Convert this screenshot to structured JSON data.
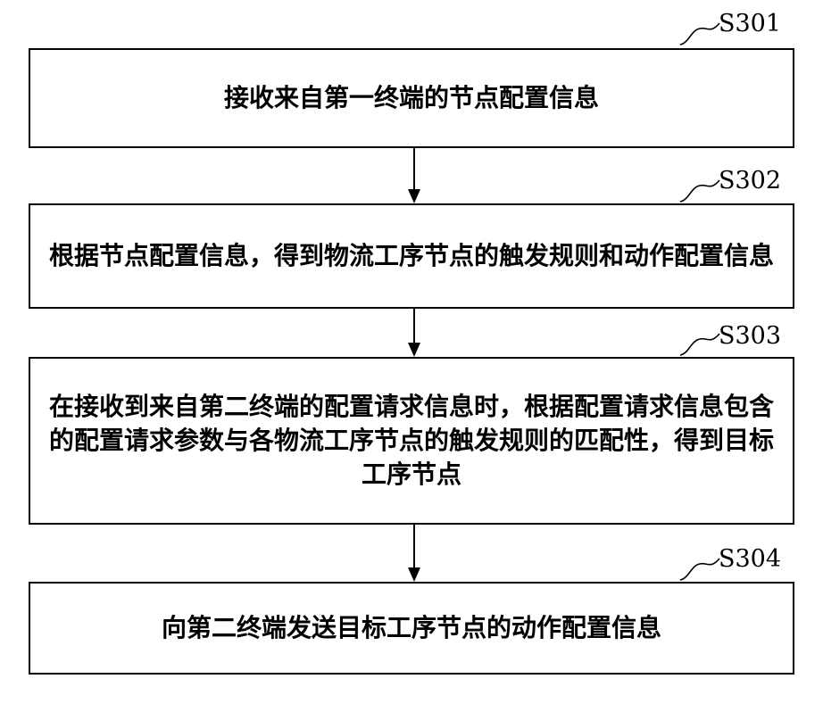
{
  "steps": [
    {
      "id": "S301",
      "text": "接收来自第一终端的节点配置信息"
    },
    {
      "id": "S302",
      "text": "根据节点配置信息，得到物流工序节点的触发规则和动作配置信息"
    },
    {
      "id": "S303",
      "text": "在接收到来自第二终端的配置请求信息时，根据配置请求信息包含的配置请求参数与各物流工序节点的触发规则的匹配性，得到目标工序节点"
    },
    {
      "id": "S304",
      "text": "向第二终端发送目标工序节点的动作配置信息"
    }
  ]
}
